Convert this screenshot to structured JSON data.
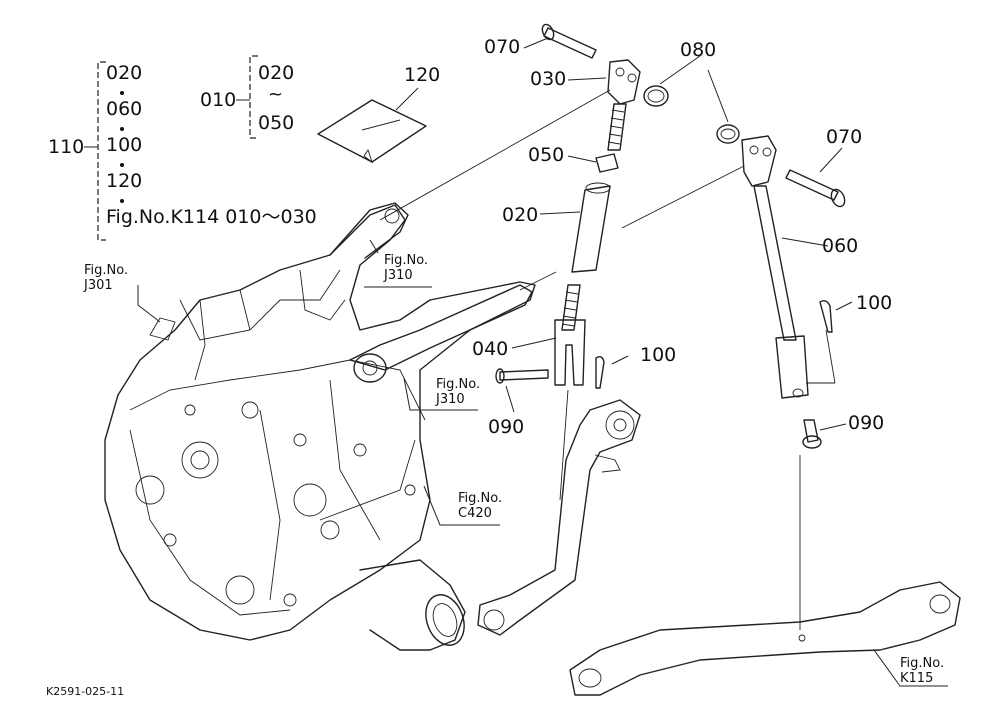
{
  "callouts": {
    "p020": "020",
    "p030": "030",
    "p040": "040",
    "p050": "050",
    "p060": "060",
    "p070_top": "070",
    "p070_right": "070",
    "p080": "080",
    "p090_left": "090",
    "p090_right": "090",
    "p100_left": "100",
    "p100_right": "100",
    "p110": "110",
    "p120": "120",
    "p010": "010"
  },
  "set_110": {
    "items": [
      "020",
      "060",
      "100",
      "120"
    ],
    "ref": "Fig.No.K114  010～030"
  },
  "set_010": {
    "from": "020",
    "sep": "~",
    "to": "050"
  },
  "fig_refs": {
    "j301": {
      "line1": "Fig.No.",
      "line2": "J301"
    },
    "j310_top": {
      "line1": "Fig.No.",
      "line2": "J310"
    },
    "j310_mid": {
      "line1": "Fig.No.",
      "line2": "J310"
    },
    "c420": {
      "line1": "Fig.No.",
      "line2": "C420"
    },
    "k115": {
      "line1": "Fig.No.",
      "line2": "K115"
    }
  },
  "drawing_code": "K2591-025-11"
}
